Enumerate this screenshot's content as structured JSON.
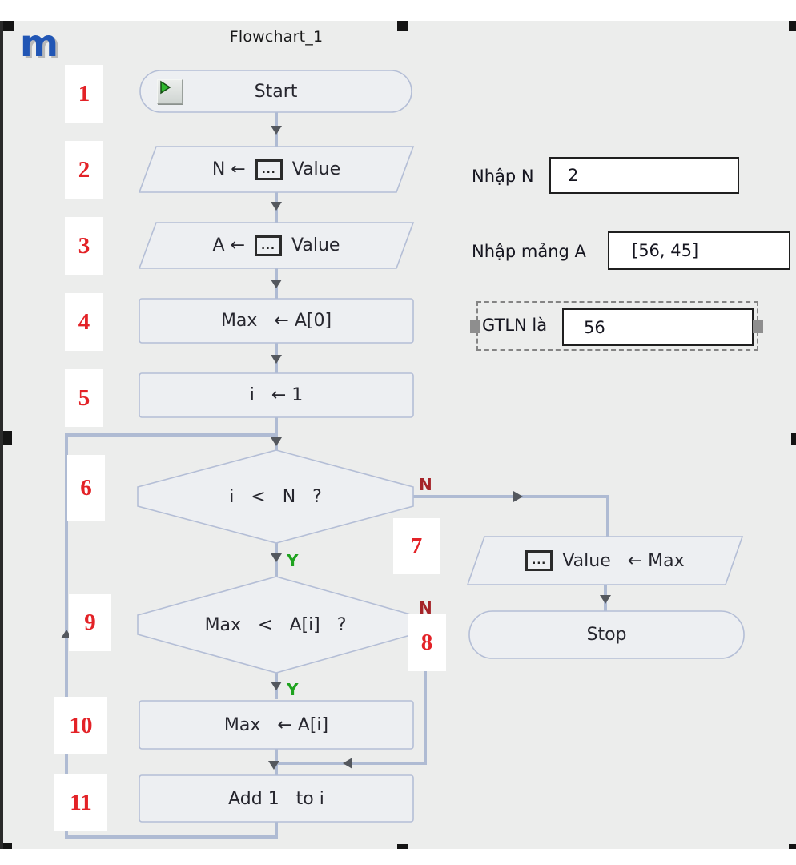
{
  "title": "Flowchart_1",
  "logo": "m",
  "numbers": [
    "1",
    "2",
    "3",
    "4",
    "5",
    "6",
    "7",
    "8",
    "9",
    "10",
    "11"
  ],
  "branch": {
    "no": "N",
    "yes": "Y"
  },
  "nodes": {
    "start": "Start",
    "input_n_prefix": "N ←",
    "input_n_suffix": "Value",
    "input_a_prefix": "A ←",
    "input_a_suffix": "Value",
    "assign_max": "Max   ← A[0]",
    "assign_i": "i   ← 1",
    "cond_i_n": "i   <   N   ?",
    "cond_max": "Max   <   A[i]   ?",
    "assign_max_i": "Max   ← A[i]",
    "add_one": "Add 1   to i",
    "output_suffix": "Value   ← Max",
    "stop": "Stop",
    "ellipsis_icon": "..."
  },
  "panel": {
    "n_label": "Nhập N",
    "n_value": "2",
    "a_label": "Nhập mảng A",
    "a_value": "[56, 45]",
    "result_label": "GTLN là",
    "result_value": "56"
  },
  "colors": {
    "connector": "#AFBBD3",
    "arrowhead": "#54585E",
    "shape_fill": "#EDEFF2",
    "shape_stroke": "#B4BED6",
    "number_red": "#E32227",
    "branch_no": "#A52328",
    "branch_yes": "#1FA31F"
  }
}
